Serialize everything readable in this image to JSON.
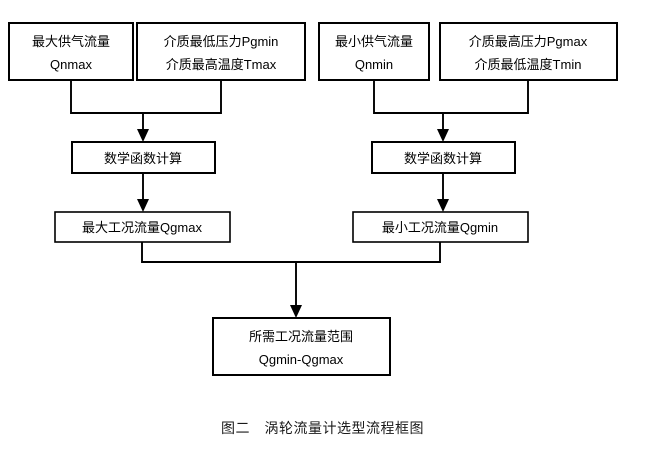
{
  "figure": {
    "caption": "图二　涡轮流量计选型流程框图",
    "background_color": "#ffffff",
    "line_color": "#000000"
  },
  "nodes": {
    "max_supply_flow": {
      "line1": "最大供气流量",
      "line2": "Qnmax"
    },
    "medium_min_pressure": {
      "line1": "介质最低压力Pgmin",
      "line2": "介质最高温度Tmax"
    },
    "min_supply_flow": {
      "line1": "最小供气流量",
      "line2": "Qnmin"
    },
    "medium_max_pressure": {
      "line1": "介质最高压力Pgmax",
      "line2": "介质最低温度Tmin"
    },
    "math_calc_left": {
      "line1": "数学函数计算"
    },
    "math_calc_right": {
      "line1": "数学函数计算"
    },
    "max_working_flow": {
      "line1": "最大工况流量Qgmax"
    },
    "min_working_flow": {
      "line1": "最小工况流量Qgmin"
    },
    "required_range": {
      "line1": "所需工况流量范围",
      "line2": "Qgmin-Qgmax"
    }
  },
  "connectors": {
    "left_merge_label": "merge-left-inputs",
    "right_merge_label": "merge-right-inputs",
    "bottom_merge_label": "merge-results"
  }
}
